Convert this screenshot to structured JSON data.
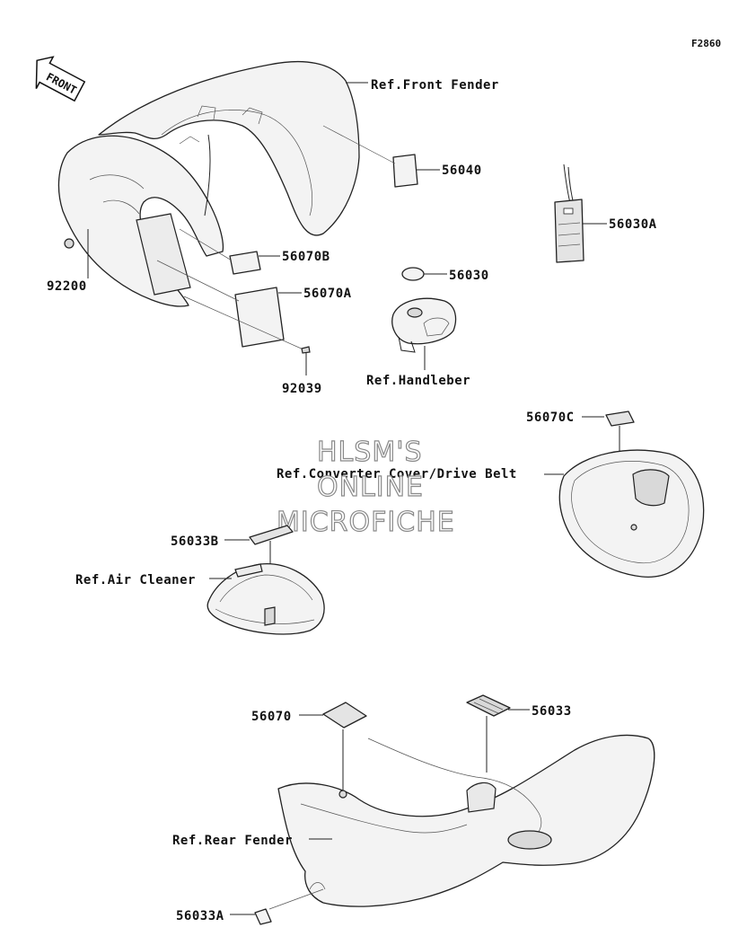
{
  "figure_code": "F2860",
  "front_arrow": "FRONT",
  "watermark": [
    "HLSM'S",
    "ONLINE",
    "MICROFICHE"
  ],
  "labels": {
    "ref_front_fender": "Ref.Front Fender",
    "p56040": "56040",
    "p56030A": "56030A",
    "p56070B": "56070B",
    "p56070A": "56070A",
    "p92200": "92200",
    "p56030": "56030",
    "p92039": "92039",
    "ref_handleber": "Ref.Handleber",
    "p56070C": "56070C",
    "ref_converter": "Ref.Converter Cover/Drive Belt",
    "p56033B": "56033B",
    "ref_air_cleaner": "Ref.Air Cleaner",
    "p56070": "56070",
    "p56033": "56033",
    "ref_rear_fender": "Ref.Rear Fender",
    "p56033A": "56033A"
  }
}
